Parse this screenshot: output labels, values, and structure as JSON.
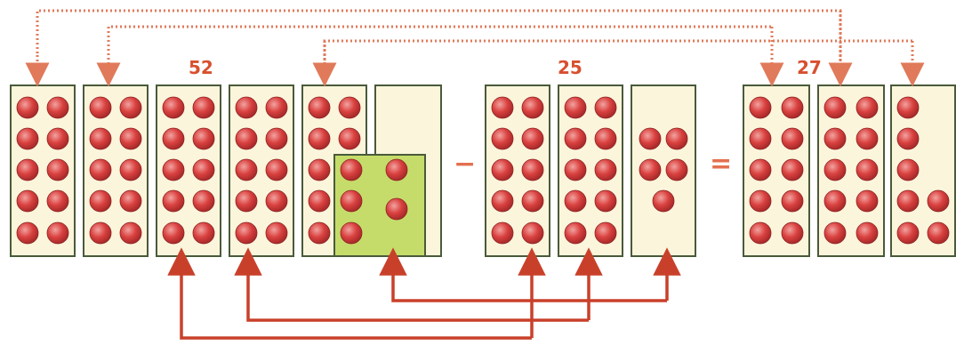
{
  "labels": {
    "minuend": "52",
    "subtrahend": "25",
    "difference": "27",
    "minus_sign": "−",
    "equals_sign": "="
  },
  "groups": {
    "minuend": [
      10,
      10,
      10,
      10,
      10,
      2
    ],
    "subtrahend": [
      10,
      10,
      5
    ],
    "difference": [
      10,
      10,
      7
    ]
  },
  "highlighted_remainder_dots": 5,
  "colors": {
    "dot": "#d9413f",
    "dot_highlight": "#f2a3a0",
    "card_fill": "#fbf5dc",
    "card_border": "#4a5a3a",
    "green_fill": "#c5dc6a",
    "arrow_dotted": "#e07a5a",
    "arrow_solid": "#c9402a",
    "number_color": "#d8502f"
  }
}
